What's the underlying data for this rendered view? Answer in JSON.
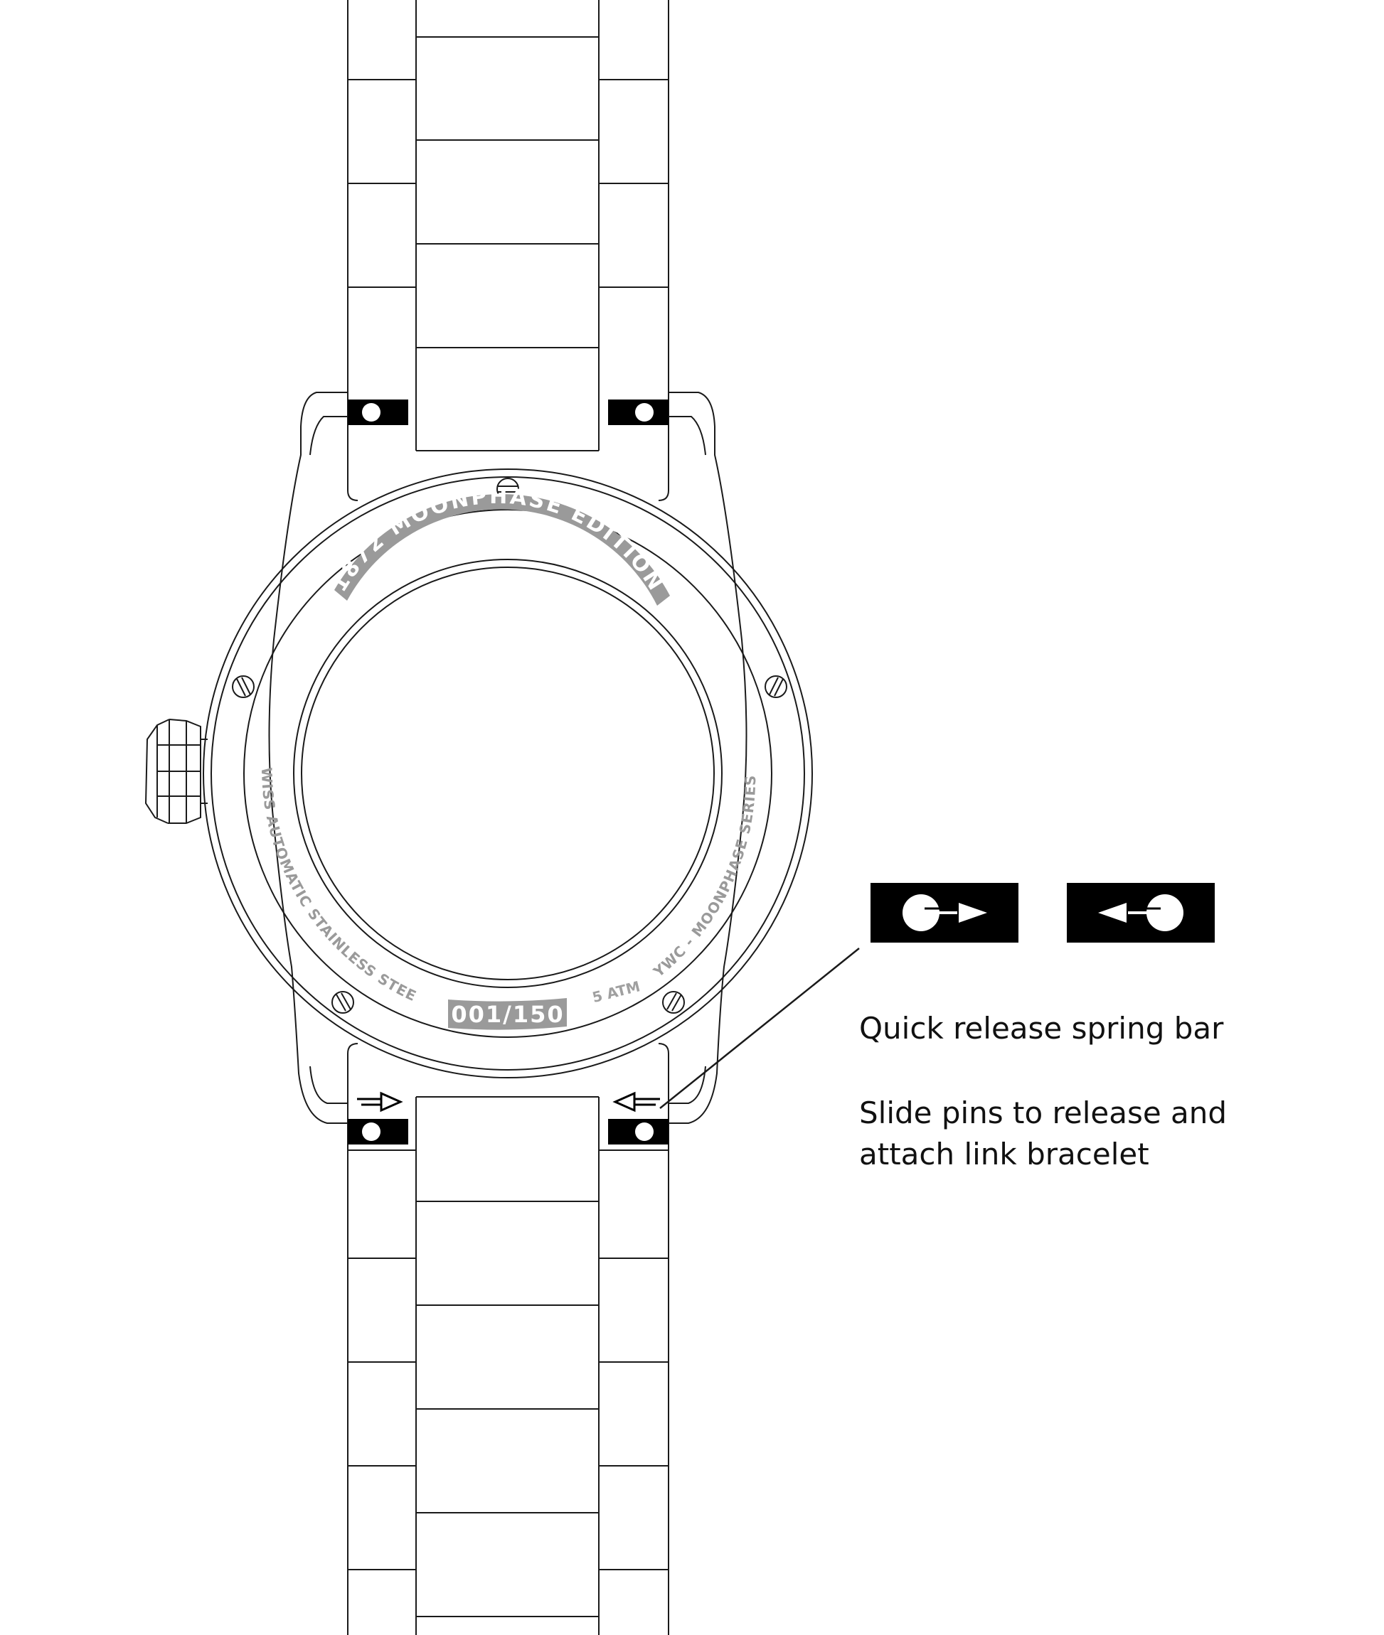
{
  "caseback": {
    "top_arc_text": "1872 MOONPHASE EDITION",
    "left_arc_text": "SWISS AUTOMATIC STAINLESS STEEL",
    "right_arc_text": "YWC - MOONPHASE SERIES",
    "water_resistance": "5 ATM",
    "serial_number": "001/150"
  },
  "legend": {
    "title": "Quick release spring bar",
    "instruction_line1": "Slide pins to release and",
    "instruction_line2": "attach link bracelet"
  },
  "colors": {
    "line": "#1a1a1a",
    "engraving": "#9a9a9a",
    "badge_fill": "#9a9a9a",
    "pin_block": "#000000"
  }
}
